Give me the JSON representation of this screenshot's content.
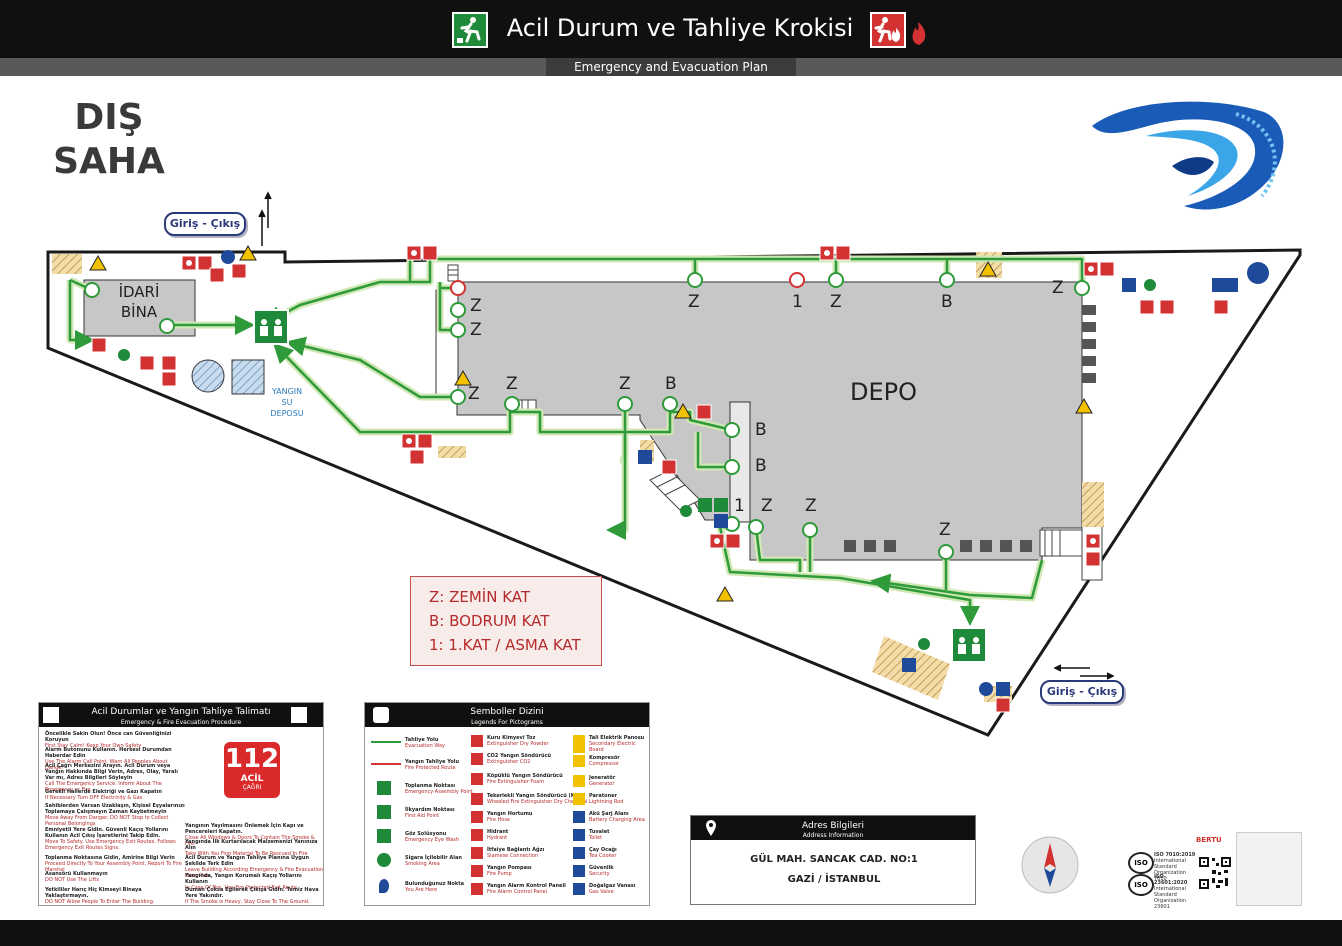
{
  "header": {
    "title": "Acil Durum ve Tahliye Krokisi",
    "subtitle": "Emergency and Evacuation Plan"
  },
  "colors": {
    "route_green": "#2e9a3a",
    "route_pale": "#cfe8b4",
    "exit_green": "#1e8a3a",
    "fire_red": "#d23232",
    "building_gray": "#c7c7c7",
    "warning_yellow": "#f2c200",
    "info_blue": "#1f4a9a",
    "hatch": "#e9c98a"
  },
  "map": {
    "area_title_1": "DIŞ",
    "area_title_2": "SAHA",
    "entrance_top": "Giriş - Çıkış",
    "entrance_bottom": "Giriş - Çıkış",
    "admin_building_1": "İDARİ",
    "admin_building_2": "BİNA",
    "warehouse": "DEPO",
    "water_tank_1": "YANGIN",
    "water_tank_2": "SU",
    "water_tank_3": "DEPOSU",
    "floor_marks": [
      {
        "label": "Z"
      },
      {
        "label": "Z"
      },
      {
        "label": "Z"
      },
      {
        "label": "1"
      },
      {
        "label": "Z"
      },
      {
        "label": "B"
      },
      {
        "label": "Z"
      },
      {
        "label": "Z"
      },
      {
        "label": "Z"
      },
      {
        "label": "Z"
      },
      {
        "label": "B"
      },
      {
        "label": "B"
      },
      {
        "label": "B"
      },
      {
        "label": "1"
      },
      {
        "label": "Z"
      },
      {
        "label": "Z"
      },
      {
        "label": "Z"
      }
    ]
  },
  "floor_legend": {
    "line1": "Z: ZEMİN KAT",
    "line2": "B: BODRUM KAT",
    "line3": "1: 1.KAT / ASMA KAT"
  },
  "instructions": {
    "title": "Acil Durumlar ve Yangın Tahliye Talimatı",
    "subtitle": "Emergency & Fire Evacuation Procedure",
    "badge_number": "112",
    "badge_text": "ACİL",
    "badge_sub": "ÇAĞRI",
    "items_left": [
      {
        "tr": "Öncelikle Sakin Olun! Önce can Güvenliğinizi Koruyun",
        "en": "First Stay Calm! Keep Your Own Safety",
        "color": "#1f4a9a"
      },
      {
        "tr": "Alarm Butonunu Kullanın. Herkesi Durumdan Haberdar Edin",
        "en": "Use The Alarm Call Point. Warn All Peoples About Danger",
        "color": "#d23232"
      },
      {
        "tr": "Acil Çağrı Merkezini Arayın. Acil Durum veya Yangın Hakkında Bilgi Verin, Adres, Olay, Yaralı Var mı, Adres Bilgileri Söyleyin",
        "en": "Call The Emergency Service. Inform About The Emergency or Fire",
        "color": "#d23232"
      },
      {
        "tr": "Gerekli Hallerde Elektriği ve Gazı Kapatın",
        "en": "If Necessary Turn OFF Electricity & Gas",
        "color": "#f2c200"
      },
      {
        "tr": "Sahiblerden Varsan Uzaklaşın, Kişisel Eşyalarınızı Toplamaya Çalışmayın Zaman Kaybetmeyin",
        "en": "Move Away From Danger. DO NOT Stop to Collect Personal Belongings",
        "color": "#1e8a3a"
      },
      {
        "tr": "Emniyetli Yere Gidin. Güvenli Kaçış Yollarını Kullanın Acil Çıkış İşaretlerini Takip Edin.",
        "en": "Move To Safety. Use Emergency Exit Routes. Follows Emergency Exit Routes Signs.",
        "color": "#1e8a3a"
      },
      {
        "tr": "Toplanma Noktasına Gidin, Amirine Bilgi Verin",
        "en": "Proceed Directly To Your Assembly Point, Report To Fire Marshal",
        "color": "#1e8a3a"
      },
      {
        "tr": "Asansörü Kullanmayın",
        "en": "DO NOT Use The Lifts",
        "color": "#d23232"
      },
      {
        "tr": "Yetkililer Harıç Hiç Kimseyi Binaya Yaklaştırmayın.",
        "en": "DO NOT Allow People To Enter The Building.",
        "color": "#d23232"
      }
    ],
    "items_right": [
      {
        "tr": "Yangının Yayılmasını Önlemek İçin Kapı ve Pencereleri Kapatın.",
        "en": "Close All Windows & Doors To Contain The Smoke & Fire."
      },
      {
        "tr": "Yangında İlk Kurtarılacak Malzemenizi Yanınıza Alın",
        "en": "Take With You First Material To Be Rescued In Fire"
      },
      {
        "tr": "Acil Durum ve Yangın Tahliye Planına Uygun Şekilde Terk Edin",
        "en": "Leave Building According Emergency & Fire Evacuation Floor Plan"
      },
      {
        "tr": "Yangında, Yangın Korumalı Kaçış Yollarını Kullanın",
        "en": "In Case Of Fire, Use Fire Protected Exit Route"
      },
      {
        "tr": "Duman Çoksa Eğilerek Çıkışa Gidin. Temiz Hava Yere Yakındır.",
        "en": "If The Smoke Is Heavy, Stay Close To The Ground."
      }
    ]
  },
  "symbols": {
    "title": "Semboller Dizini",
    "subtitle": "Legends For Pictograms",
    "col1": [
      {
        "tr": "Tahliye Yolu",
        "en": "Evacuation Way"
      },
      {
        "tr": "Yangın Tahliye Yolu",
        "en": "Fire Protected Route"
      },
      {
        "tr": "Toplanma Noktası",
        "en": "Emergency Assembly Point"
      },
      {
        "tr": "İlkyardım Noktası",
        "en": "First Aid Point"
      },
      {
        "tr": "Göz Solüsyonu",
        "en": "Emergency Eye Wash"
      },
      {
        "tr": "Sigara İçilebilir Alan",
        "en": "Smoking Area"
      },
      {
        "tr": "Bulunduğunuz Nokta",
        "en": "You Are Here"
      }
    ],
    "col2": [
      {
        "tr": "Kuru Kimyevi Toz",
        "en": "Extinguisher Dry Powder"
      },
      {
        "tr": "CO2 Yangın Söndürücü",
        "en": "Extinguisher CO2"
      },
      {
        "tr": "Köpüklü Yangın Söndürücü",
        "en": "Fire Extinguisher Foam"
      },
      {
        "tr": "Tekerlekli Yangın Söndürücü (KKT)",
        "en": "Wheeled Fire Extinguisher Dry Chemical"
      },
      {
        "tr": "Yangın Hortumu",
        "en": "Fire Hose"
      },
      {
        "tr": "Hidrant",
        "en": "Hydrant"
      },
      {
        "tr": "İtfaiye Bağlantı Ağzı",
        "en": "Siamese Connection"
      },
      {
        "tr": "Yangın Pompası",
        "en": "Fire Pump"
      },
      {
        "tr": "Yangın Alarm Kontrol Paneli",
        "en": "Fire Alarm Control Panel"
      }
    ],
    "col3": [
      {
        "tr": "Tali Elektrik Panosu",
        "en": "Secondary Electric Board"
      },
      {
        "tr": "Kompresör",
        "en": "Compressor"
      },
      {
        "tr": "Jeneratör",
        "en": "Generator"
      },
      {
        "tr": "Paratoner",
        "en": "Lightning Rod"
      },
      {
        "tr": "Akü Şarj Alanı",
        "en": "Battery Charging Area"
      },
      {
        "tr": "Tuvalet",
        "en": "Toilet"
      },
      {
        "tr": "Çay Ocağı",
        "en": "Tea Cooker"
      },
      {
        "tr": "Güvenlik",
        "en": "Security"
      },
      {
        "tr": "Doğalgaz Vanası",
        "en": "Gas Valve"
      }
    ]
  },
  "address": {
    "title": "Adres Bilgileri",
    "subtitle": "Address Information",
    "line1": "GÜL MAH.   SANCAK CAD. NO:1",
    "line2": "GAZİ / İSTANBUL"
  },
  "certs": {
    "iso1_num": "ISO 7010:2019",
    "iso1_text": "International Standard Organization 7010",
    "iso2_num": "ISO 23601:2020",
    "iso2_text": "International Standard Organization 23601",
    "iso_mark": "ISO",
    "brand": "BERTU"
  }
}
